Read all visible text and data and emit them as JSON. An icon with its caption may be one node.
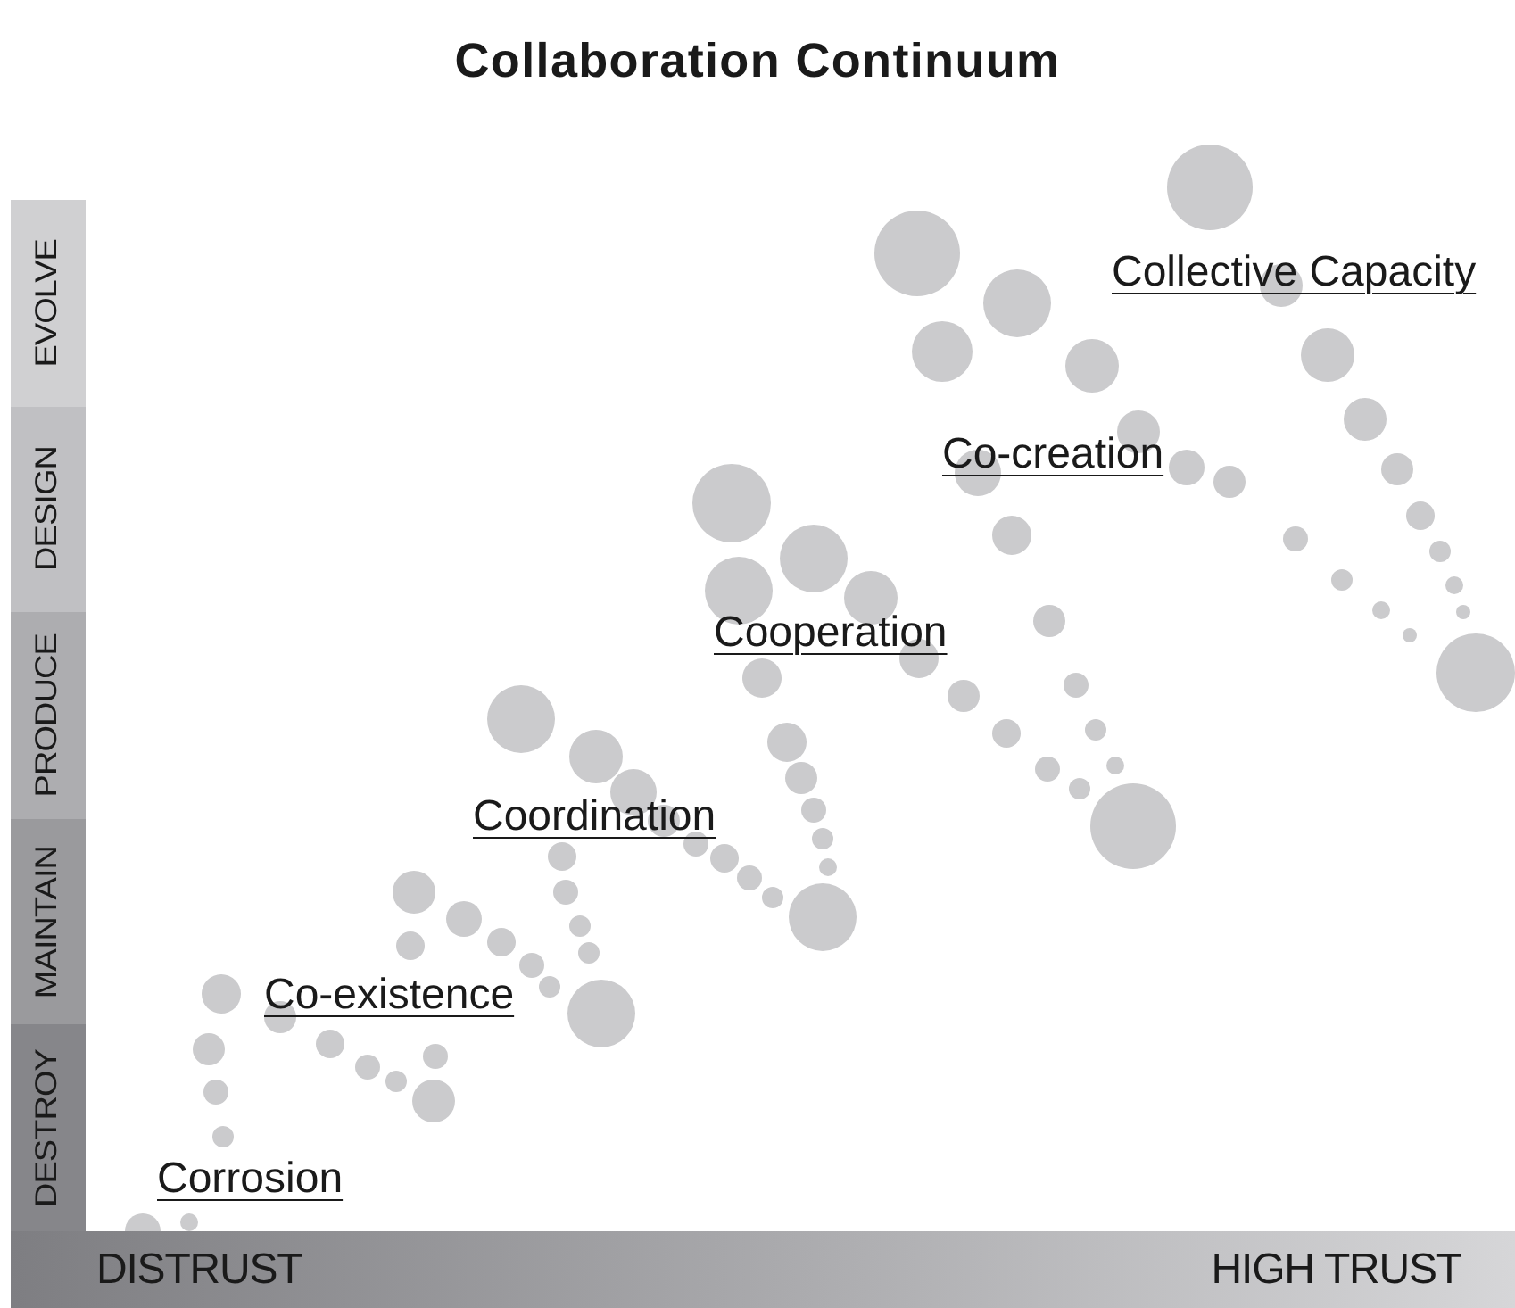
{
  "diagram": {
    "title": "Collaboration Continuum",
    "nodes": [
      {
        "text": [
          "EVOLVE"
        ]
      },
      {
        "text": [
          "DESIGN"
        ]
      },
      {
        "text": [
          "PRODUCE"
        ]
      },
      {
        "text": [
          "MAINTAIN"
        ]
      },
      {
        "text": [
          "DESTROY"
        ]
      },
      {
        "text": [
          "DISTRUST",
          "HIGH TRUST"
        ]
      }
    ],
    "labels": [
      "Collective Capacity",
      "Co-creation",
      "Cooperation",
      "Coordination",
      "Co-existence",
      "Corrosion"
    ]
  }
}
